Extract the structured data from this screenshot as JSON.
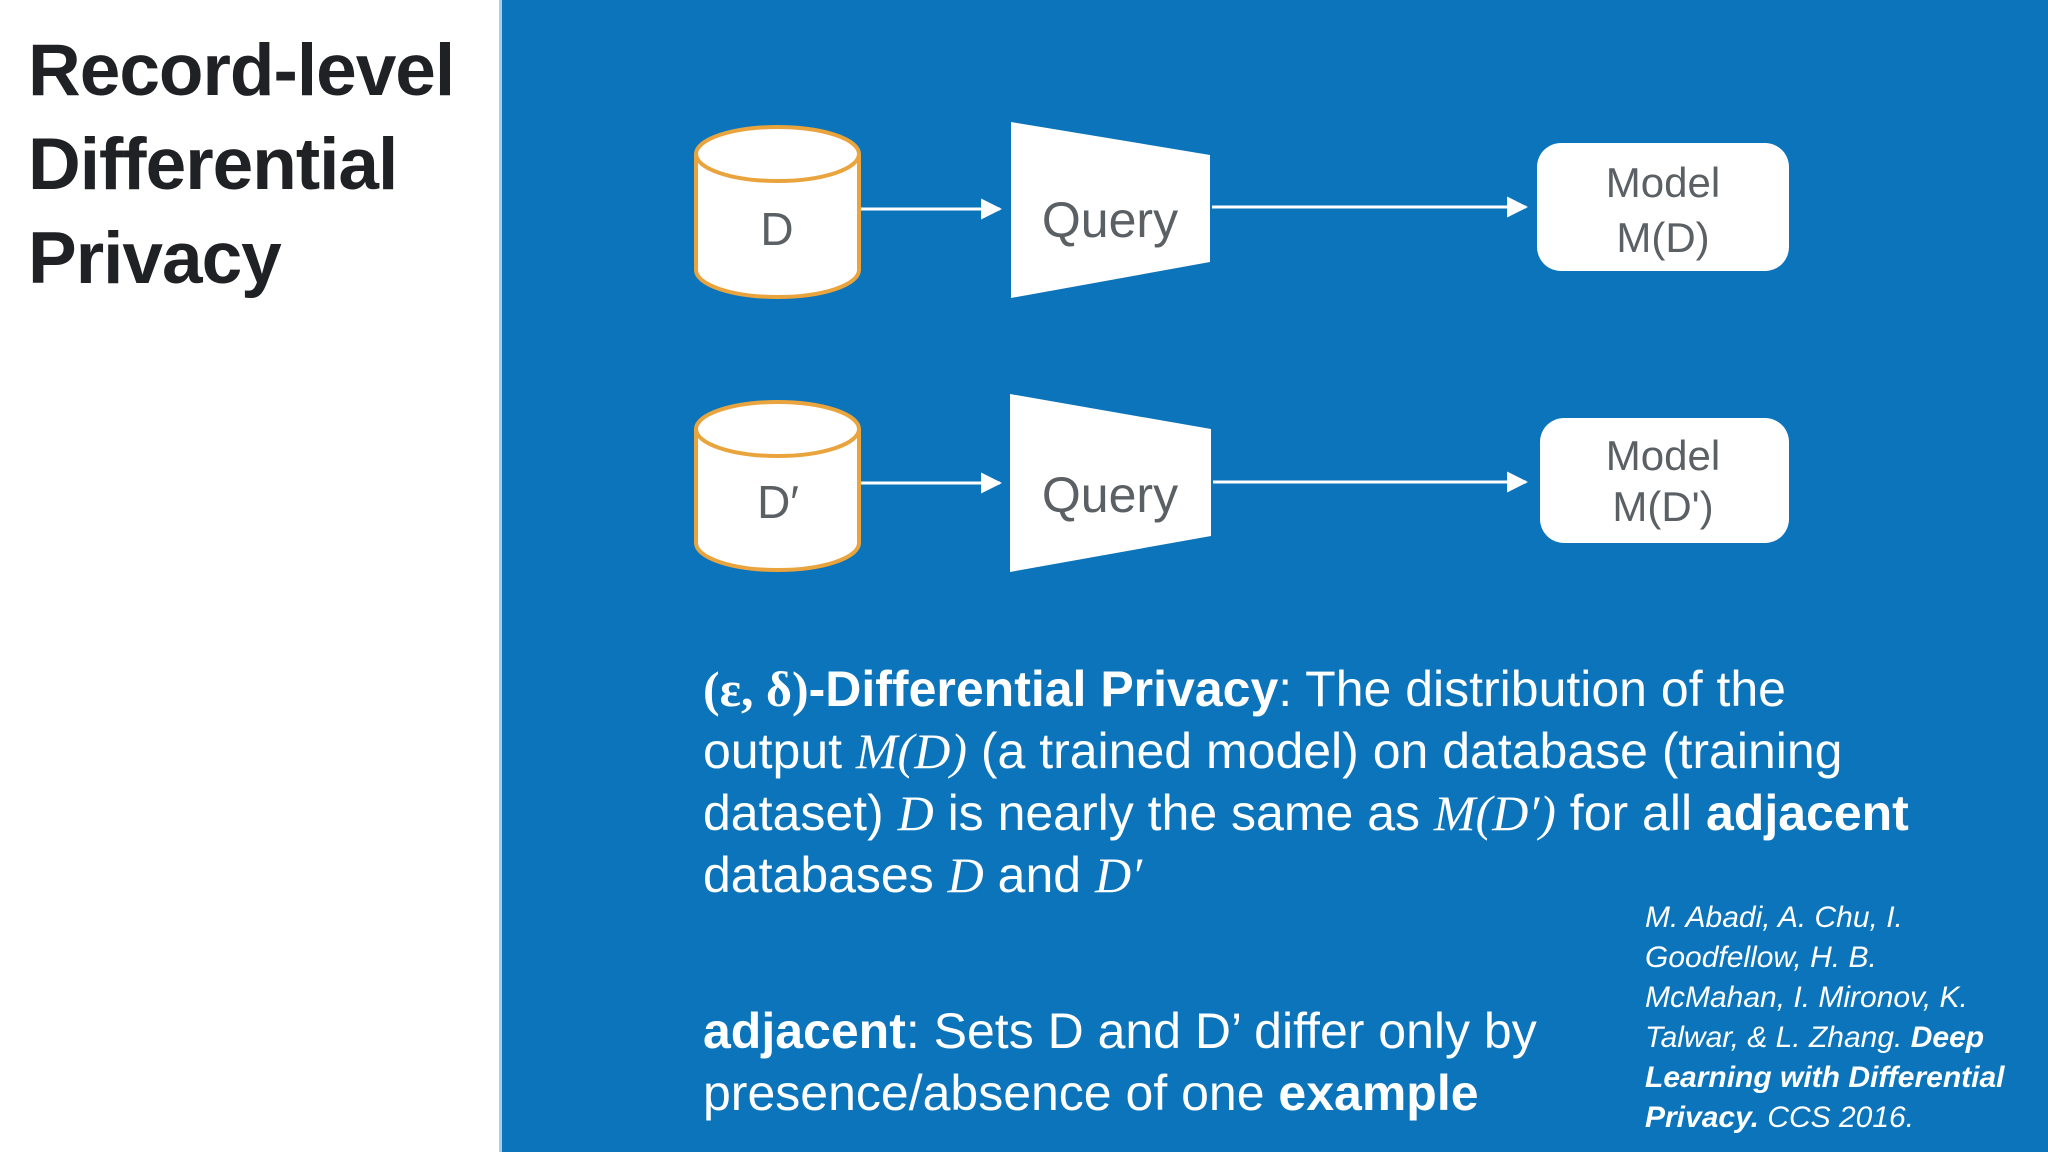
{
  "slide": {
    "title": "Record-level\nDifferential\nPrivacy"
  },
  "diagram": {
    "row1": {
      "db_label": "D",
      "query_label": "Query",
      "model_line1": "Model",
      "model_line2": "M(D)"
    },
    "row2": {
      "db_label": "D′",
      "query_label": "Query",
      "model_line1": "Model",
      "model_line2": "M(D')"
    }
  },
  "definition": {
    "lines": [
      [
        {
          "t": "(ε, δ)",
          "s": "mb"
        },
        {
          "t": "-Differential Privacy",
          "s": "b"
        },
        {
          "t": ": The distribution of the",
          "s": "n"
        }
      ],
      [
        {
          "t": "output ",
          "s": "n"
        },
        {
          "t": "M(D)",
          "s": "m"
        },
        {
          "t": " (a trained model) on database (training",
          "s": "n"
        }
      ],
      [
        {
          "t": "dataset) ",
          "s": "n"
        },
        {
          "t": "D",
          "s": "m"
        },
        {
          "t": " is nearly the same as ",
          "s": "n"
        },
        {
          "t": "M(D′)",
          "s": "m"
        },
        {
          "t": " for all ",
          "s": "n"
        },
        {
          "t": "adjacent",
          "s": "b"
        }
      ],
      [
        {
          "t": "databases ",
          "s": "n"
        },
        {
          "t": "D",
          "s": "m"
        },
        {
          "t": " and ",
          "s": "n"
        },
        {
          "t": "D′",
          "s": "m"
        }
      ]
    ]
  },
  "adjacent_definition": {
    "lines": [
      [
        {
          "t": "adjacent",
          "s": "b"
        },
        {
          "t": ": Sets D and D’ differ only by",
          "s": "n"
        }
      ],
      [
        {
          "t": "presence/absence of one ",
          "s": "n"
        },
        {
          "t": "example",
          "s": "b"
        }
      ]
    ]
  },
  "citation": {
    "lines": [
      [
        {
          "t": "M. Abadi, A. Chu, I.",
          "s": "i"
        }
      ],
      [
        {
          "t": "Goodfellow, H. B.",
          "s": "i"
        }
      ],
      [
        {
          "t": "McMahan, I. Mironov, K.",
          "s": "i"
        }
      ],
      [
        {
          "t": "Talwar, & L. Zhang. ",
          "s": "i"
        },
        {
          "t": "Deep",
          "s": "bi"
        }
      ],
      [
        {
          "t": "Learning with Differential",
          "s": "bi"
        }
      ],
      [
        {
          "t": "Privacy.",
          "s": "bi"
        },
        {
          "t": " CCS 2016.",
          "s": "i"
        }
      ]
    ]
  },
  "colors": {
    "panel_blue": "#0b74ba",
    "cylinder_orange": "#e9a43e",
    "shape_text_gray": "#5b6065",
    "title_black": "#202124",
    "body_text_white": "#ffffff"
  }
}
